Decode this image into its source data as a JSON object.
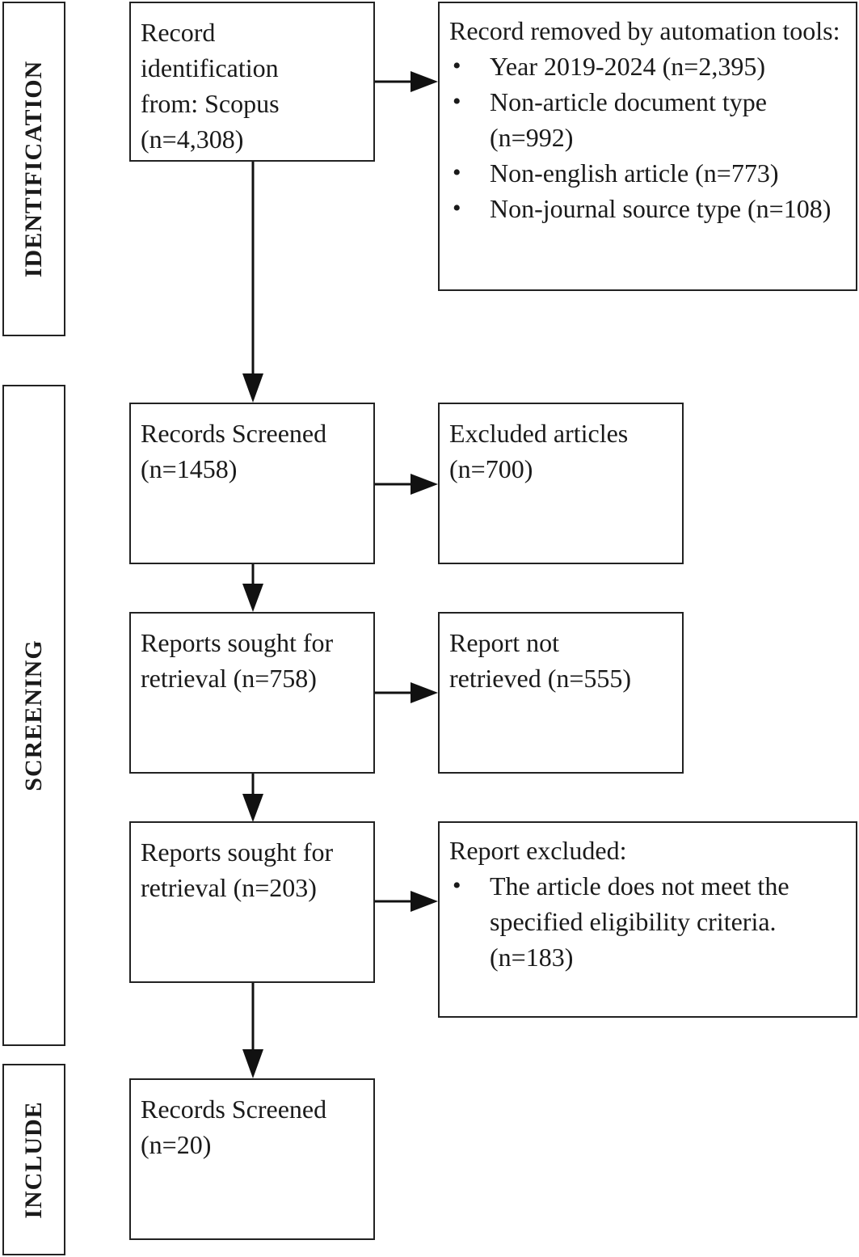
{
  "stages": {
    "identification": "IDENTIFICATION",
    "screening": "SCREENING",
    "include": "INCLUDE"
  },
  "boxes": {
    "identification": {
      "line1": "Record",
      "line2": "identification",
      "line3": "from: Scopus",
      "line4": "(n=4,308)"
    },
    "removed": {
      "heading": "Record removed by automation tools:",
      "items": [
        "Year 2019-2024 (n=2,395)",
        "Non-article document type (n=992)",
        "Non-english article (n=773)",
        "Non-journal source type (n=108)"
      ]
    },
    "screened": {
      "line1": "Records Screened",
      "line2": "(n=1458)"
    },
    "excluded": {
      "line1": "Excluded articles",
      "line2": "(n=700)"
    },
    "sought1": {
      "line1": "Reports sought for",
      "line2": "retrieval (n=758)"
    },
    "not_retrieved": {
      "line1": "Report not",
      "line2": "retrieved (n=555)"
    },
    "sought2": {
      "line1": "Reports sought for",
      "line2": "retrieval (n=203)"
    },
    "report_excluded": {
      "heading": "Report excluded:",
      "items": [
        "The article does not meet the specified eligibility criteria. (n=183)"
      ]
    },
    "included": {
      "line1": "Records Screened",
      "line2": "(n=20)"
    }
  }
}
